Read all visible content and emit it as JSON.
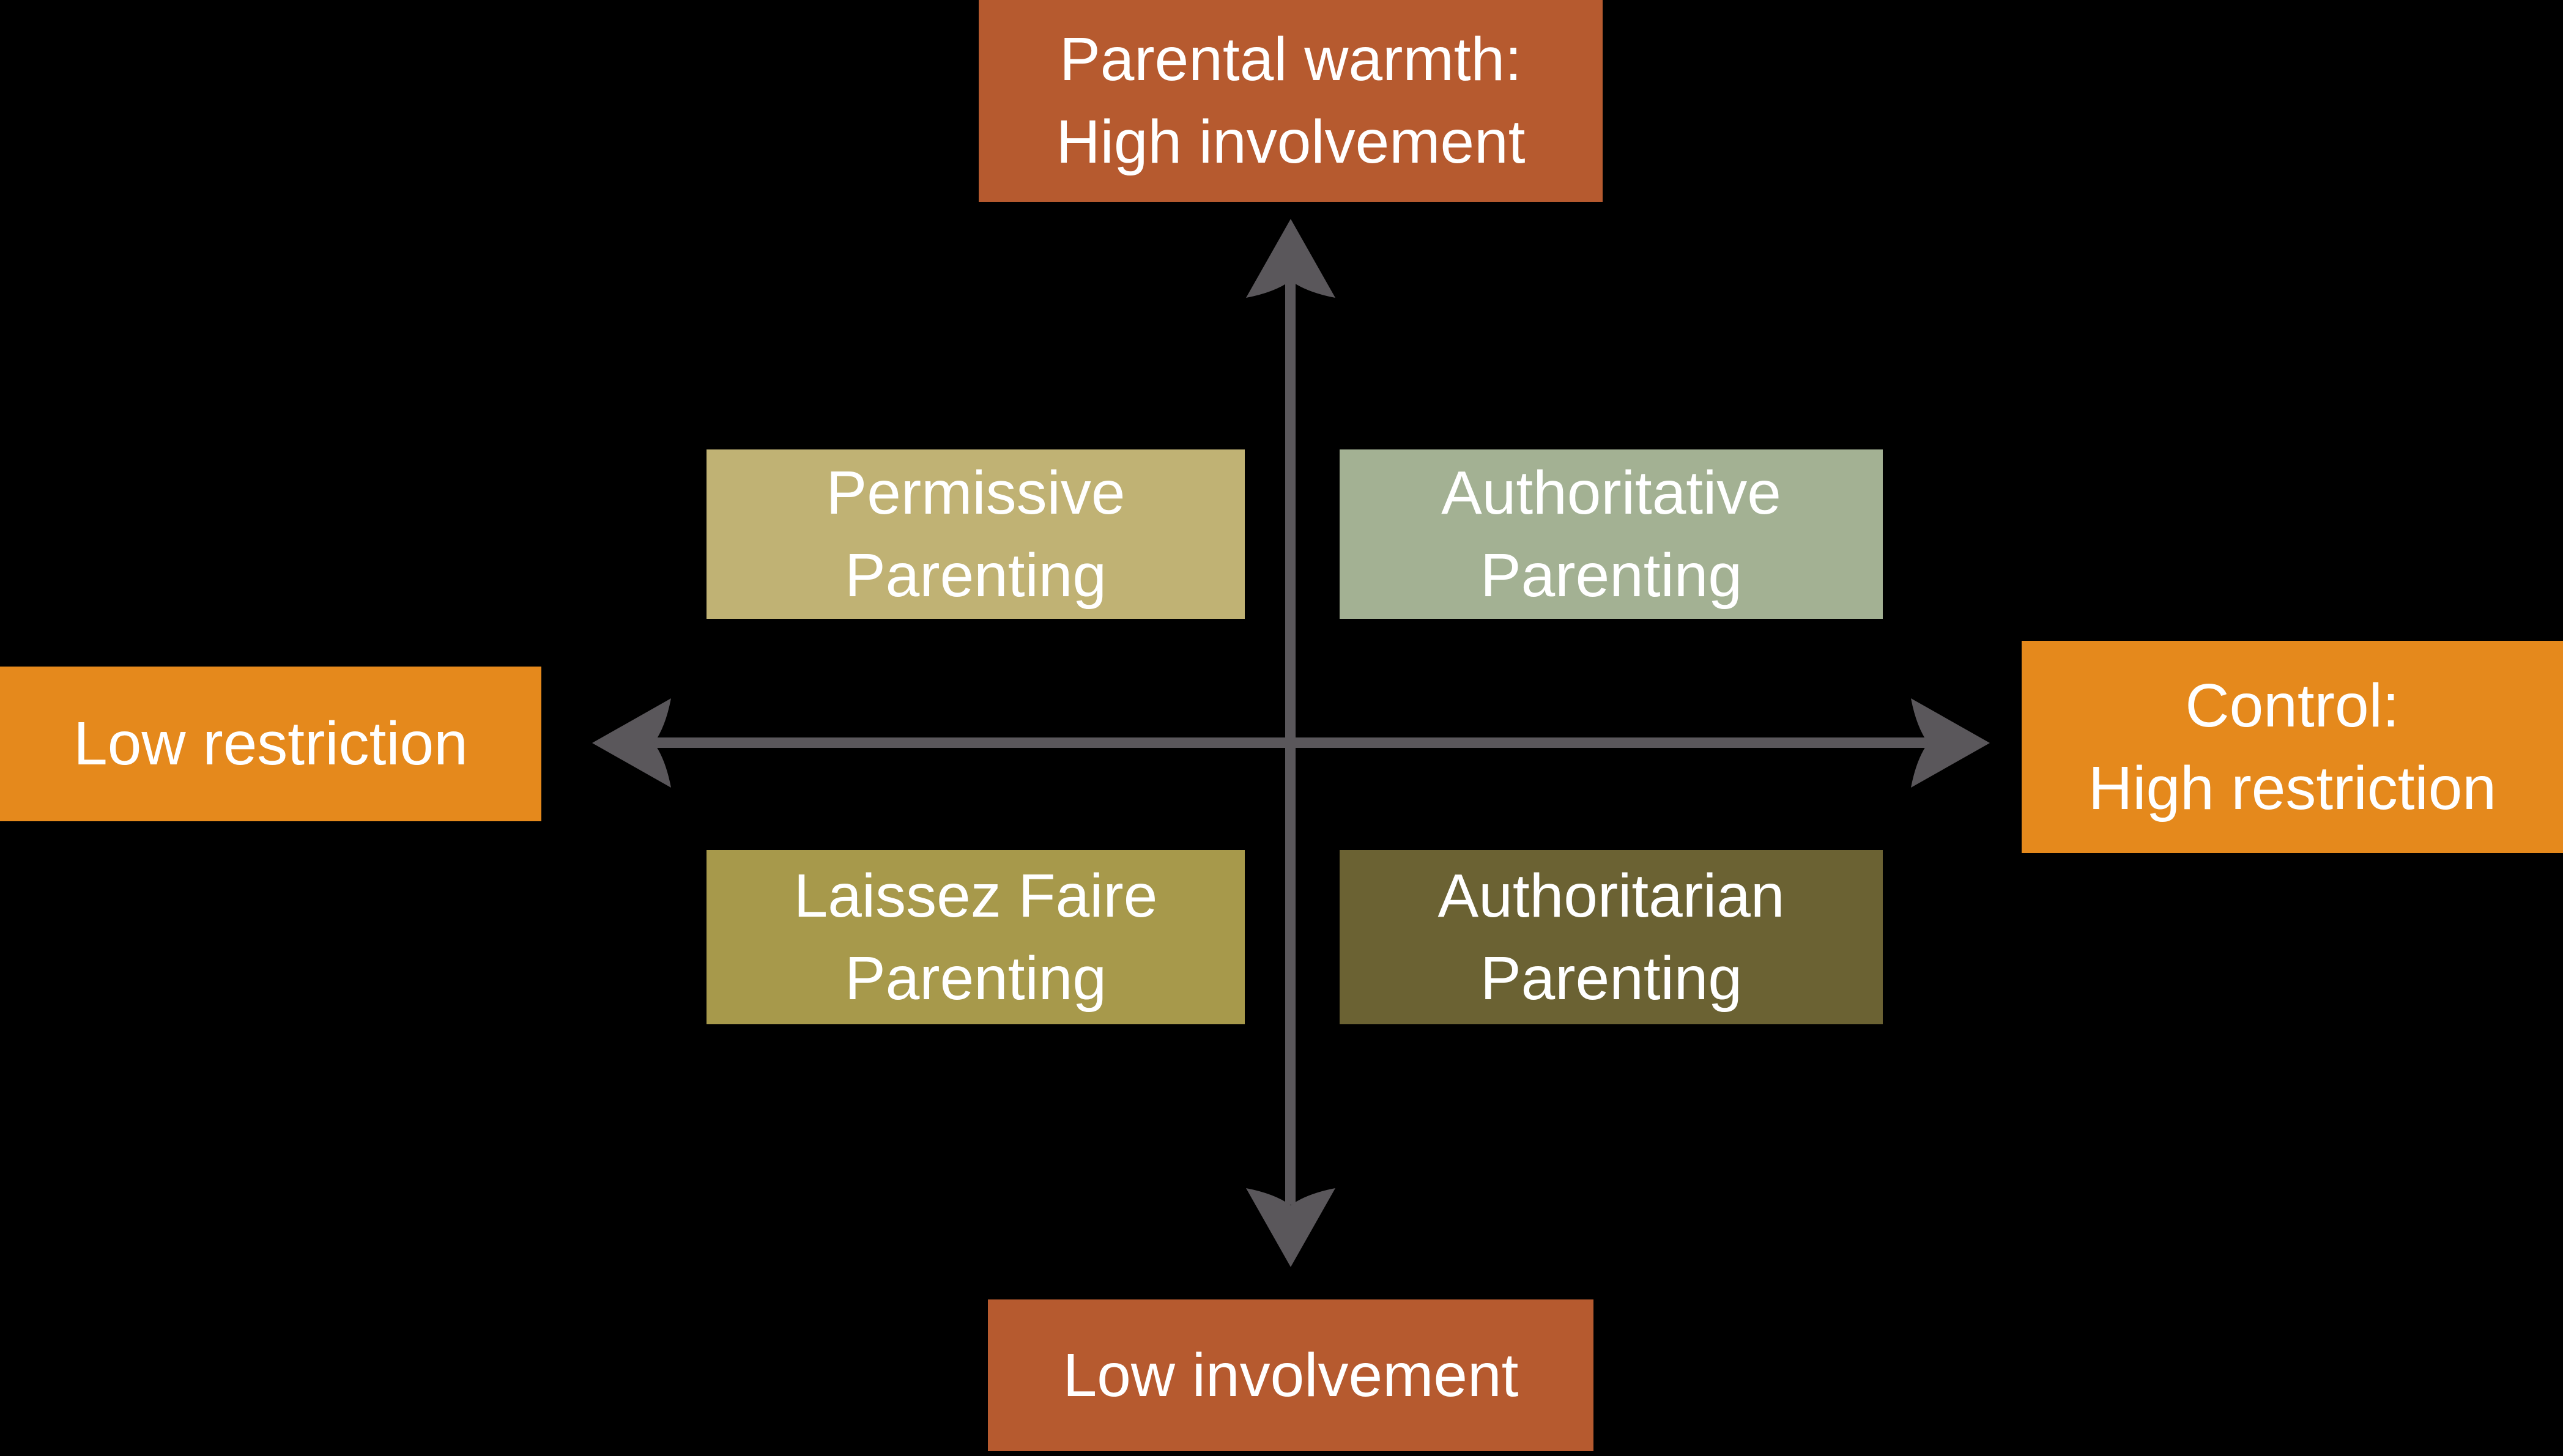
{
  "colors": {
    "background": "#000000",
    "arrow": "#5A575B",
    "label_text": "#FFFFFF",
    "warmth_axis_box": "#B65A2F",
    "control_axis_box": "#E5891C",
    "permissive_box": "#C0B274",
    "authoritative_box": "#A3B193",
    "laissez_faire_box": "#A7994B",
    "authoritarian_box": "#6B6233"
  },
  "axis_labels": {
    "top": {
      "line1": "Parental warmth:",
      "line2": "High involvement"
    },
    "bottom": {
      "line1": "Low involvement",
      "line2": ""
    },
    "left": {
      "line1": "Low restriction",
      "line2": ""
    },
    "right": {
      "line1": "Control:",
      "line2": "High restriction"
    }
  },
  "quadrants": {
    "top_left": {
      "line1": "Permissive",
      "line2": "Parenting"
    },
    "top_right": {
      "line1": "Authoritative",
      "line2": "Parenting"
    },
    "bottom_left": {
      "line1": "Laissez Faire",
      "line2": "Parenting"
    },
    "bottom_right": {
      "line1": "Authoritarian",
      "line2": "Parenting"
    }
  }
}
